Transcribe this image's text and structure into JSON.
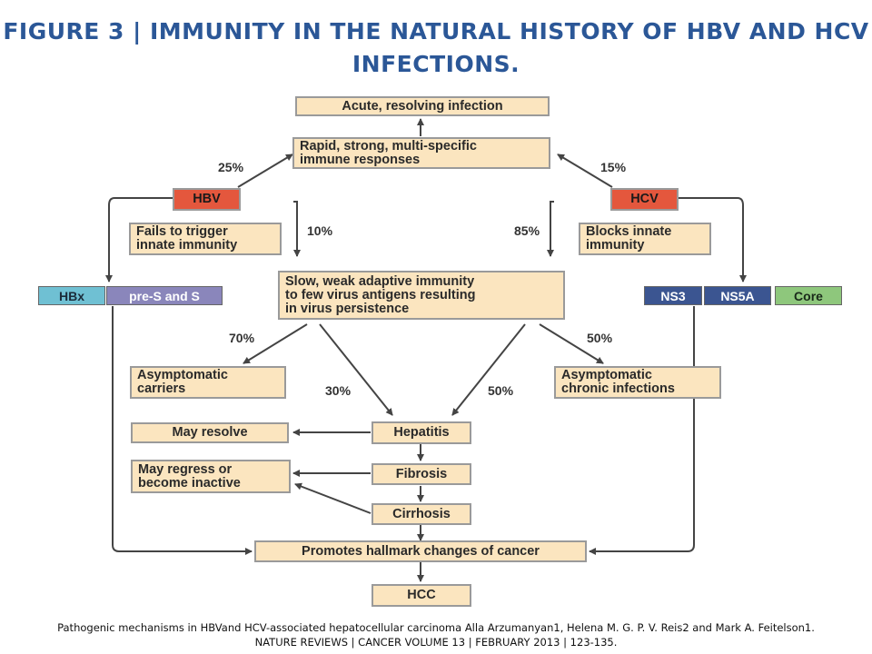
{
  "title": {
    "line1": "FIGURE 3 | IMMUNITY IN THE NATURAL HISTORY OF HBV AND HCV",
    "line2": "INFECTIONS."
  },
  "nodes": {
    "acute": "Acute, resolving infection",
    "rapid_l1": "Rapid, strong, multi-specific",
    "rapid_l2": "immune responses",
    "hbv": "HBV",
    "hcv": "HCV",
    "fails_l1": "Fails to trigger",
    "fails_l2": "innate immunity",
    "blocks_l1": "Blocks innate",
    "blocks_l2": "immunity",
    "hbx": "HBx",
    "pres": "pre-S and S",
    "ns3": "NS3",
    "ns5a": "NS5A",
    "core": "Core",
    "slow_l1": "Slow, weak adaptive immunity",
    "slow_l2": "to few virus antigens resulting",
    "slow_l3": "in virus persistence",
    "asym_carriers_l1": "Asymptomatic",
    "asym_carriers_l2": "carriers",
    "asym_chronic_l1": "Asymptomatic",
    "asym_chronic_l2": "chronic infections",
    "may_resolve": "May resolve",
    "hepatitis": "Hepatitis",
    "may_regress_l1": "May regress or",
    "may_regress_l2": "become inactive",
    "fibrosis": "Fibrosis",
    "cirrhosis": "Cirrhosis",
    "promotes": "Promotes hallmark changes of cancer",
    "hcc": "HCC"
  },
  "percentages": {
    "hbv_rapid": "25%",
    "hcv_rapid": "15%",
    "hbv_slow": "10%",
    "hcv_slow": "85%",
    "slow_carriers": "70%",
    "slow_chronic": "50%",
    "hbv_hepatitis": "30%",
    "hcv_hepatitis": "50%"
  },
  "caption": {
    "line1": "Pathogenic mechanisms in HBVand HCV-associated hepatocellular carcinoma Alla Arzumanyan1, Helena M. G. P. V. Reis2 and Mark A. Feitelson1.",
    "line2": "NATURE REVIEWS | CANCER VOLUME 13 | FEBRUARY 2013 | 123-135."
  },
  "colors": {
    "title": "#2b5797",
    "box_fill": "#fbe5bf",
    "virus_red": "#e4573d",
    "hbx_cyan": "#6fc0d3",
    "pres_purple": "#8a86bb",
    "ns_blue": "#3b5591",
    "core_green": "#8ec77c",
    "arrow": "#444444"
  }
}
